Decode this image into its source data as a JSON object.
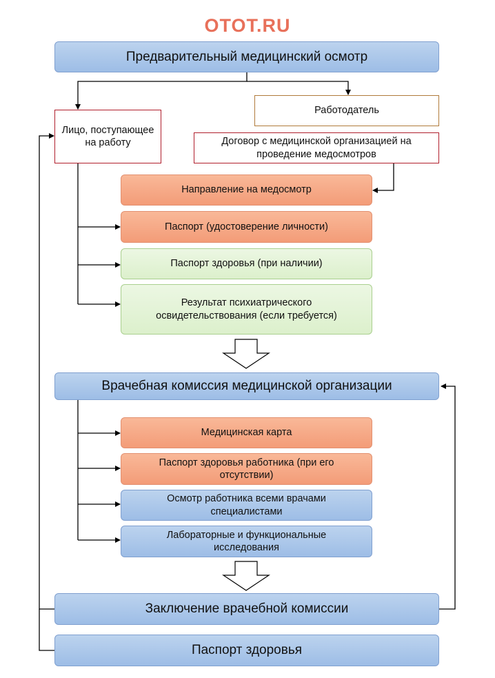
{
  "brand": "OTOT.RU",
  "steps": {
    "prelim": "Предварительный медицинский осмотр",
    "person": "Лицо, поступающее на работу",
    "employer": "Работодатель",
    "contract": "Договор с медицинской организацией на проведение медосмотров",
    "docs1": [
      "Направление на медосмотр",
      "Паспорт (удостоверение личности)",
      "Паспорт здоровья (при наличии)",
      "Результат психиатрического освидетельствования (если требуется)"
    ],
    "commission": "Врачебная комиссия медицинской организации",
    "docs2": [
      "Медицинская карта",
      "Паспорт здоровья работника (при его отсутствии)",
      "Осмотр работника всеми врачами специалистами",
      "Лабораторные и функциональные исследования"
    ],
    "conclusion": "Заключение врачебной комиссии",
    "passport": "Паспорт здоровья"
  },
  "colors": {
    "blue": "#9dbde6",
    "orange": "#f39c78",
    "green": "#dcf0cc",
    "brand": "#e8705a"
  }
}
